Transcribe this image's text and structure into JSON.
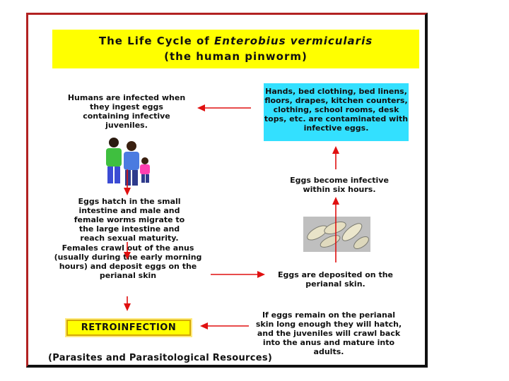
{
  "title": {
    "line1_prefix": "The Life Cycle of ",
    "line1_italic": "Enterobius vermicularis",
    "line2": "(the human pinworm)"
  },
  "steps": {
    "infection": "Humans are infected when they ingest eggs containing infective juveniles.",
    "hatch": "Eggs hatch in the small intestine and male and female worms migrate to the large intestine and reach sexual maturity.",
    "crawl": "Females crawl out of the anus (usually during the early morning hours) and deposit eggs on the perianal skin",
    "contamination": "Hands, bed clothing, bed linens, floors, drapes, kitchen counters, clothing, school rooms, desk tops, etc. are contaminated with infective eggs.",
    "infective": "Eggs become infective within six hours.",
    "deposited": "Eggs are deposited on the perianal skin.",
    "retro_desc": "If eggs remain on the perianal skin long enough they will hatch, and the juveniles will crawl back into the anus and mature into adults."
  },
  "retroinfection_label": "RETROINFECTION",
  "citation": "(Parasites and Parasitological Resources)",
  "colors": {
    "title_bg": "#ffff00",
    "contam_bg": "#33e0ff",
    "arrow": "#e01010",
    "frame": "#b22222"
  },
  "images": [
    "family-illustration",
    "egg-micrograph"
  ]
}
